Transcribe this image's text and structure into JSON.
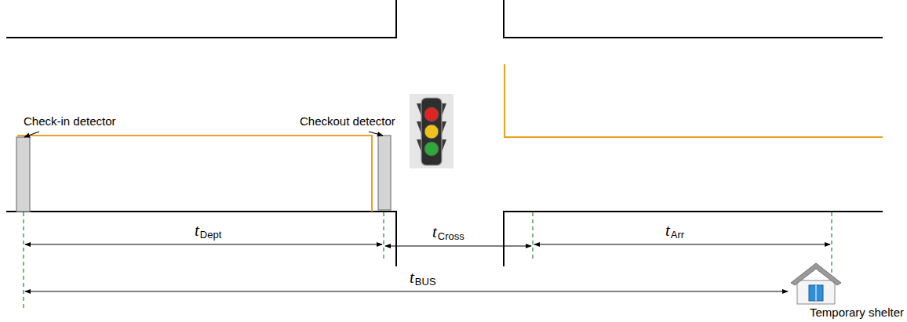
{
  "diagram": {
    "labels": [
      "Check-in detector",
      "Checkout detector",
      "t",
      "Dept",
      "t",
      "Cross",
      "t",
      "Arr",
      "t",
      "BUS",
      "Temporary shelter"
    ]
  }
}
